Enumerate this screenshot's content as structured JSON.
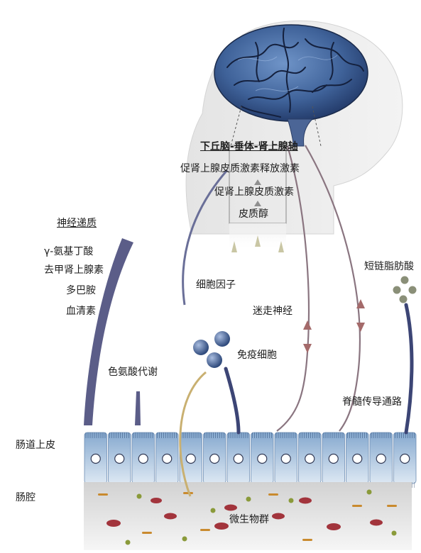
{
  "colors": {
    "brain": "#4a6fa8",
    "brain_dark": "#1f2f52",
    "pathway": "#5a5f8a",
    "cell_top": "#8fb3d8",
    "cell_bottom": "#d6e3f0",
    "lumen": "#e6e6e6",
    "bacteria_red": "#a2343c",
    "bacteria_green": "#8a9a3a",
    "bacteria_orange": "#c98a2e"
  },
  "labels": {
    "hpa_axis": "下丘脑-垂体-肾上腺轴",
    "crh": "促肾上腺皮质激素释放激素",
    "acth": "促肾上腺皮质激素",
    "cortisol": "皮质醇",
    "neurotransmitters_title": "神经递质",
    "gaba": "γ-氨基丁酸",
    "norepinephrine": "去甲肾上腺素",
    "dopamine": "多巴胺",
    "serotonin": "血清素",
    "tryptophan_metabolism": "色氨酸代谢",
    "cytokines": "细胞因子",
    "vagus_nerve": "迷走神经",
    "immune_cells": "免疫细胞",
    "scfa": "短链脂肪酸",
    "spinal_pathway": "脊髓传导通路",
    "intestinal_epithelium": "肠道上皮",
    "intestinal_lumen": "肠腔",
    "microbiota": "微生物群"
  }
}
